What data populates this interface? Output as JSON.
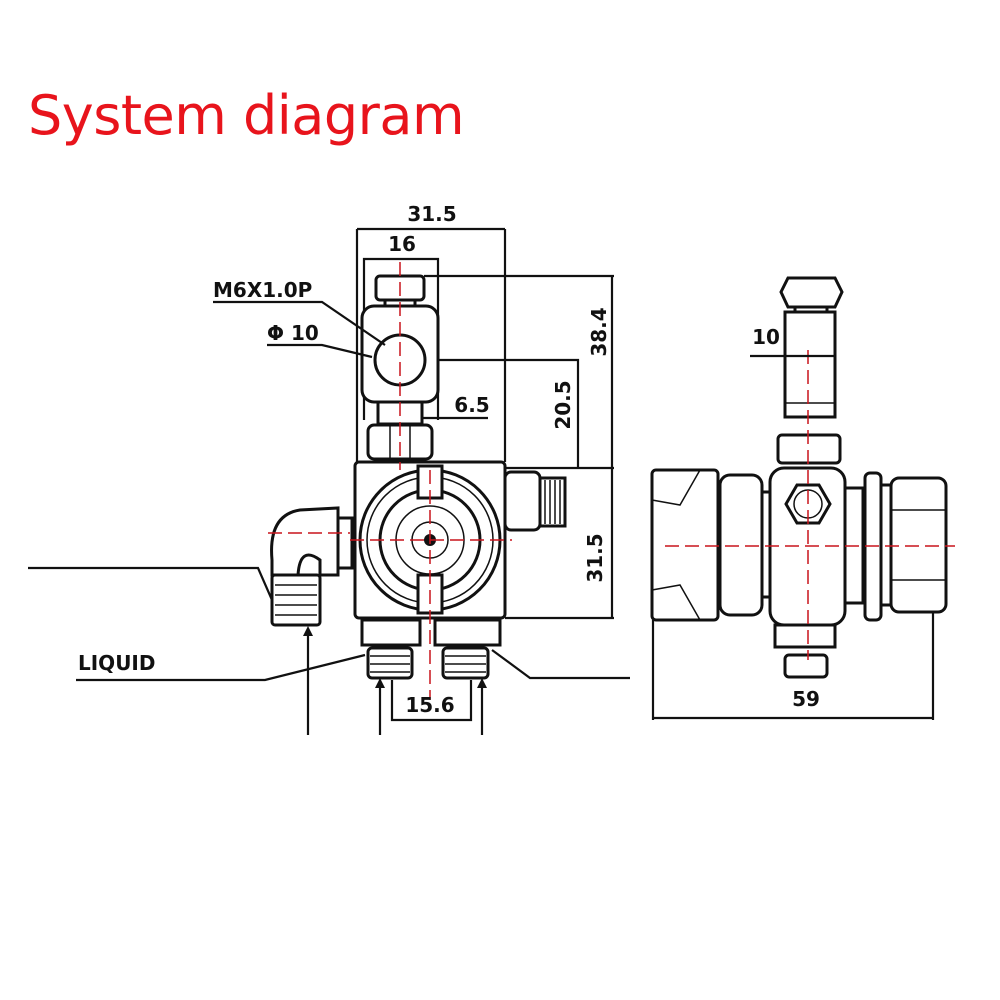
{
  "title": "System diagram",
  "front_view": {
    "dim_width_total": "31.5",
    "dim_width_top": "16",
    "thread_label": "M6X1.0P",
    "diameter_label": "Φ 10",
    "dim_height_top": "38.4",
    "dim_center_height": "20.5",
    "dim_small": "6.5",
    "dim_body_height": "31.5",
    "dim_port_spacing": "15.6",
    "liquid_label": "LIQUID"
  },
  "side_view": {
    "dim_stem": "10",
    "dim_width": "59"
  },
  "colors": {
    "title": "#e8141c",
    "centerline": "#c8141c"
  }
}
